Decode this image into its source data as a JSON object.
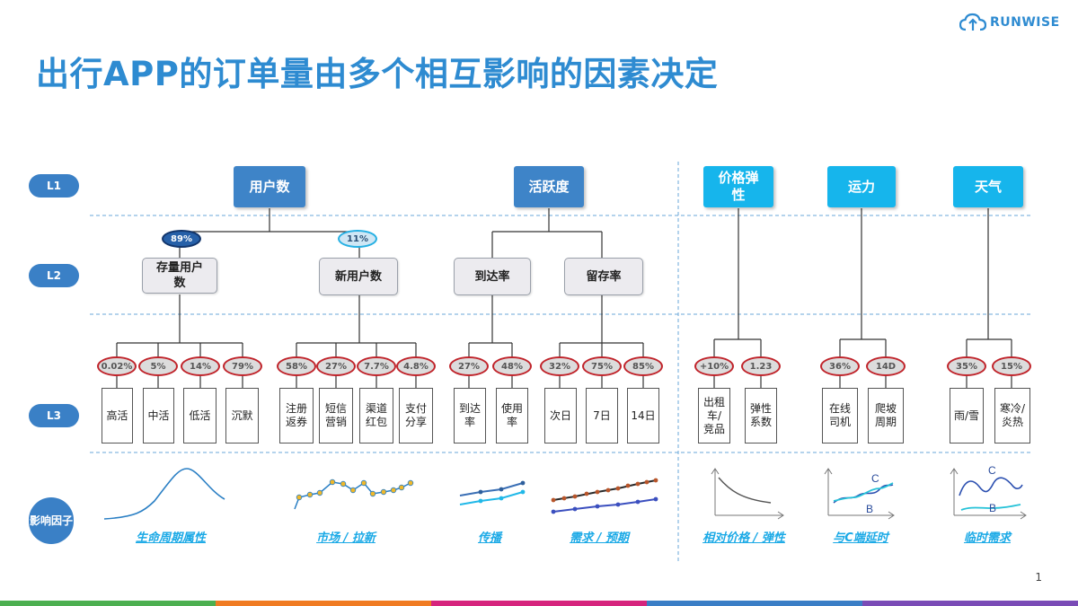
{
  "title": "出行APP的订单量由多个相互影响的因素决定",
  "logo": {
    "text": "RUNWISE",
    "icon": "cloud-logo-icon"
  },
  "levels": {
    "l1": "L1",
    "l2": "L2",
    "l3": "L3",
    "influence": "影响因子"
  },
  "l1_nodes": {
    "users": "用户数",
    "activity": "活跃度",
    "elasticity": "价格弹性",
    "capacity": "运力",
    "weather": "天气"
  },
  "top_pcts": {
    "existing": "89%",
    "new": "11%"
  },
  "l2_nodes": {
    "existing": "存量用户数",
    "new": "新用户数",
    "arrival": "到达率",
    "retention": "留存率"
  },
  "l3_pcts": [
    "0.02%",
    "5%",
    "14%",
    "79%",
    "58%",
    "27%",
    "7.7%",
    "4.8%",
    "27%",
    "48%",
    "32%",
    "75%",
    "85%",
    "+10%",
    "1.23",
    "36%",
    "14D",
    "35%",
    "15%"
  ],
  "l3_labels": [
    "高活",
    "中活",
    "低活",
    "沉默",
    "注册返券",
    "短信营销",
    "渠道红包",
    "支付分享",
    "到达率",
    "使用率",
    "次日",
    "7日",
    "14日",
    "出租车/竞品",
    "弹性系数",
    "在线司机",
    "爬坡周期",
    "雨/雪",
    "寒冷/炎热"
  ],
  "factors": [
    "生命周期属性",
    "市场 / 拉新",
    "传播",
    "需求 / 预期",
    "相对价格 / 弹性",
    "与C端延时",
    "临时需求"
  ],
  "curve_labels": {
    "capacity_c": "C",
    "capacity_b": "B",
    "weather_c": "C",
    "weather_b": "B"
  },
  "page_number": "1",
  "colors": {
    "title": "#2e8bd1",
    "l1_blue": "#3e84c8",
    "l1_cyan": "#16b5ec",
    "pct_border": "#c0232a",
    "factor_text": "#1aa9e6"
  }
}
